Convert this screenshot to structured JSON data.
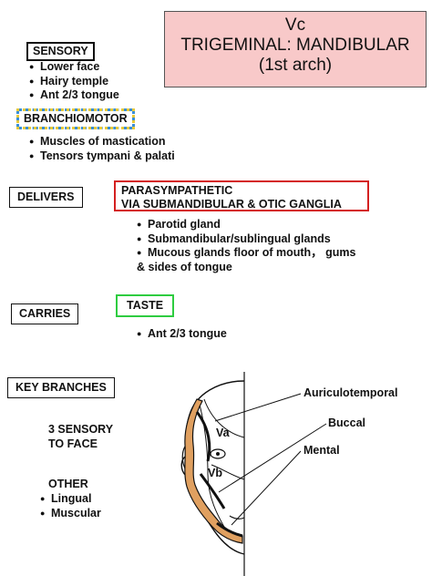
{
  "title": {
    "line1": "Vc",
    "line2": "TRIGEMINAL: MANDIBULAR",
    "line3": "(1st arch)"
  },
  "sensory": {
    "label": "SENSORY",
    "items": [
      "Lower face",
      "Hairy temple",
      "Ant 2/3 tongue"
    ]
  },
  "branchiomotor": {
    "label": "BRANCHIOMOTOR",
    "items": [
      "Muscles of mastication",
      "Tensors tympani & palati"
    ]
  },
  "delivers": {
    "label": "DELIVERS",
    "box_line1": "PARASYMPATHETIC",
    "box_line2": "VIA SUBMANDIBULAR & OTIC GANGLIA",
    "items": [
      "Parotid gland",
      "Submandibular/sublingual glands",
      "Mucous glands floor of mouth， gums",
      "& sides of tongue"
    ]
  },
  "carries": {
    "label": "CARRIES",
    "box": "TASTE",
    "items": [
      "Ant 2/3 tongue"
    ]
  },
  "key_branches": {
    "label": "KEY BRANCHES",
    "sensory_line1": "3 SENSORY",
    "sensory_line2": "TO FACE",
    "other": "OTHER",
    "other_items": [
      "Lingual",
      "Muscular"
    ]
  },
  "figure": {
    "label_va": "Va",
    "label_vb": "Vb",
    "branch_auriculotemporal": "Auriculotemporal",
    "branch_buccal": "Buccal",
    "branch_mental": "Mental"
  },
  "colors": {
    "title_bg": "#f8c9c9",
    "parasympathetic_border": "#d42020",
    "taste_border": "#2ecc40",
    "branchiomotor_border": "#3a8fd6",
    "branchiomotor_dots": "#e8c93a",
    "nerve_fill": "#e0a060"
  }
}
